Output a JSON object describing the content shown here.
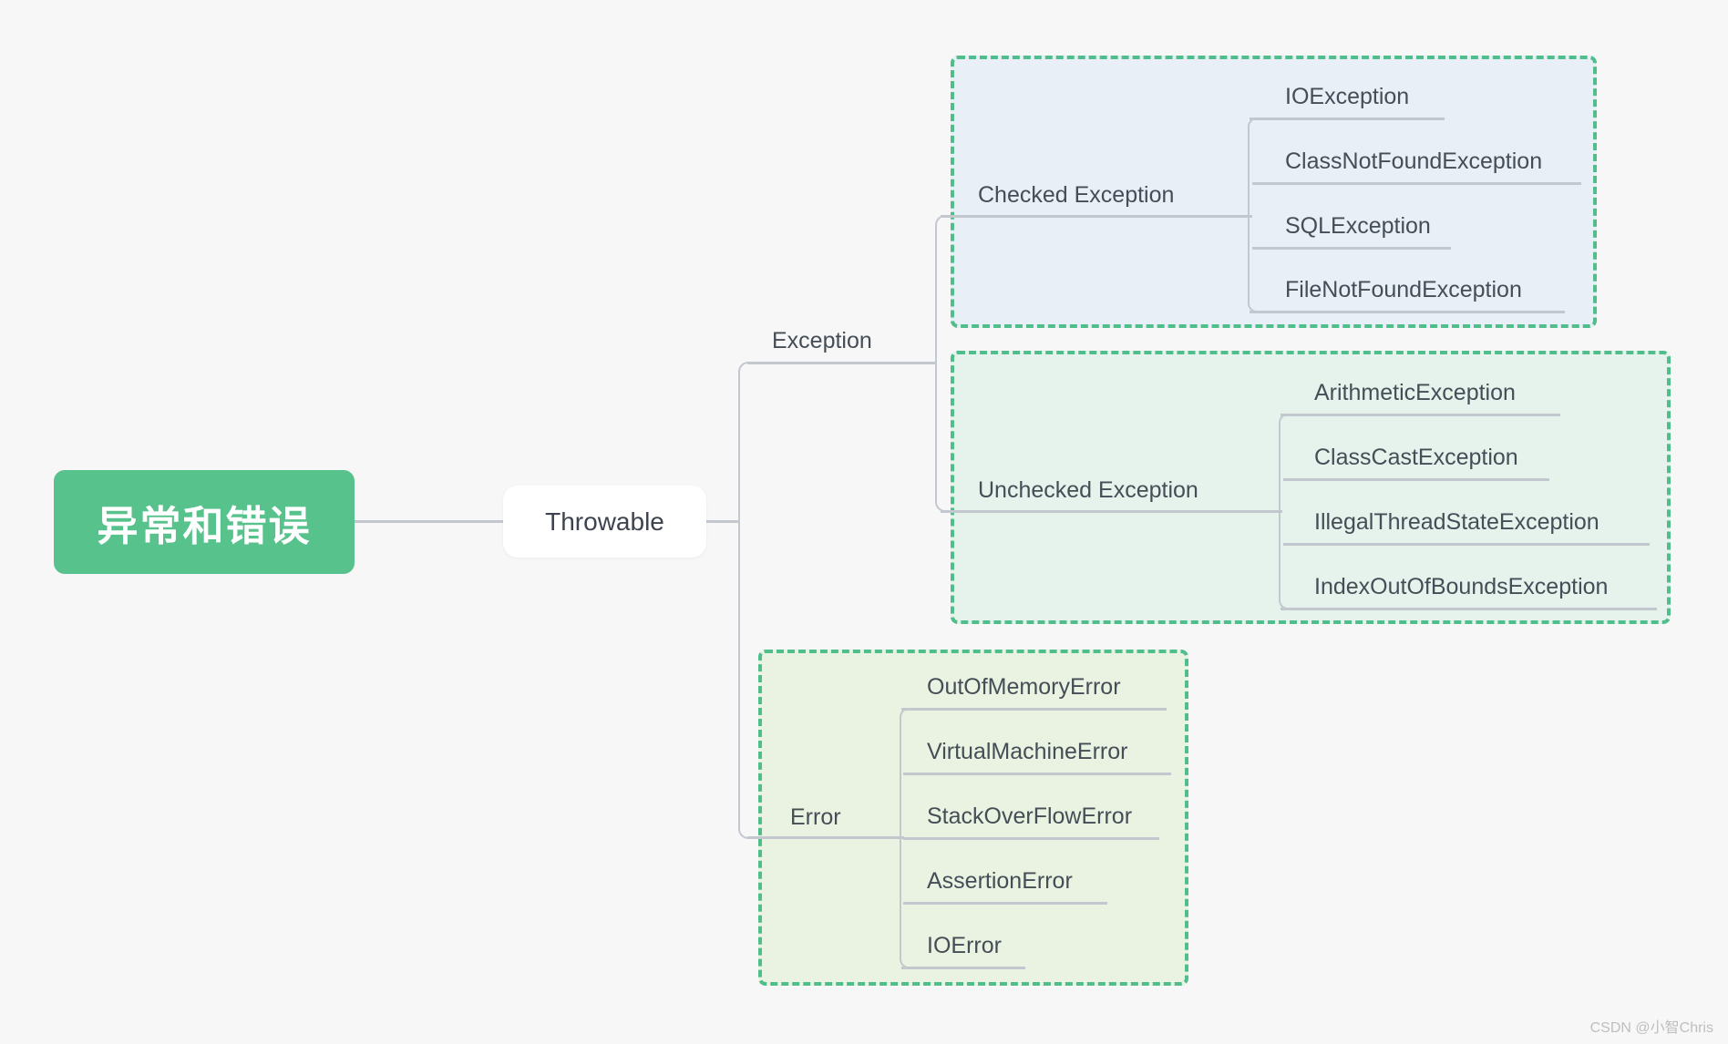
{
  "page": {
    "background_color": "#f7f7f8",
    "watermark": "CSDN @小智Chris"
  },
  "colors": {
    "root_fill": "#57c28b",
    "boundary_border": "#4fbe8b",
    "checked_boundary_fill": "#e8eff7",
    "unchecked_boundary_fill": "#e6f3ec",
    "error_boundary_fill": "#eaf3e1",
    "connector_line": "#c3c8cf",
    "topic_text": "#454d57"
  },
  "mindmap": {
    "root": {
      "label": "异常和错误"
    },
    "throwable": {
      "label": "Throwable"
    },
    "exception": {
      "label": "Exception"
    },
    "checked": {
      "label": "Checked Exception",
      "children": [
        "IOException",
        "ClassNotFoundException",
        "SQLException",
        "FileNotFoundException"
      ]
    },
    "unchecked": {
      "label": "Unchecked Exception",
      "children": [
        "ArithmeticException",
        "ClassCastException",
        "IllegalThreadStateException",
        "IndexOutOfBoundsException"
      ]
    },
    "error": {
      "label": "Error",
      "children": [
        "OutOfMemoryError",
        "VirtualMachineError",
        "StackOverFlowError",
        "AssertionError",
        "IOError"
      ]
    }
  }
}
